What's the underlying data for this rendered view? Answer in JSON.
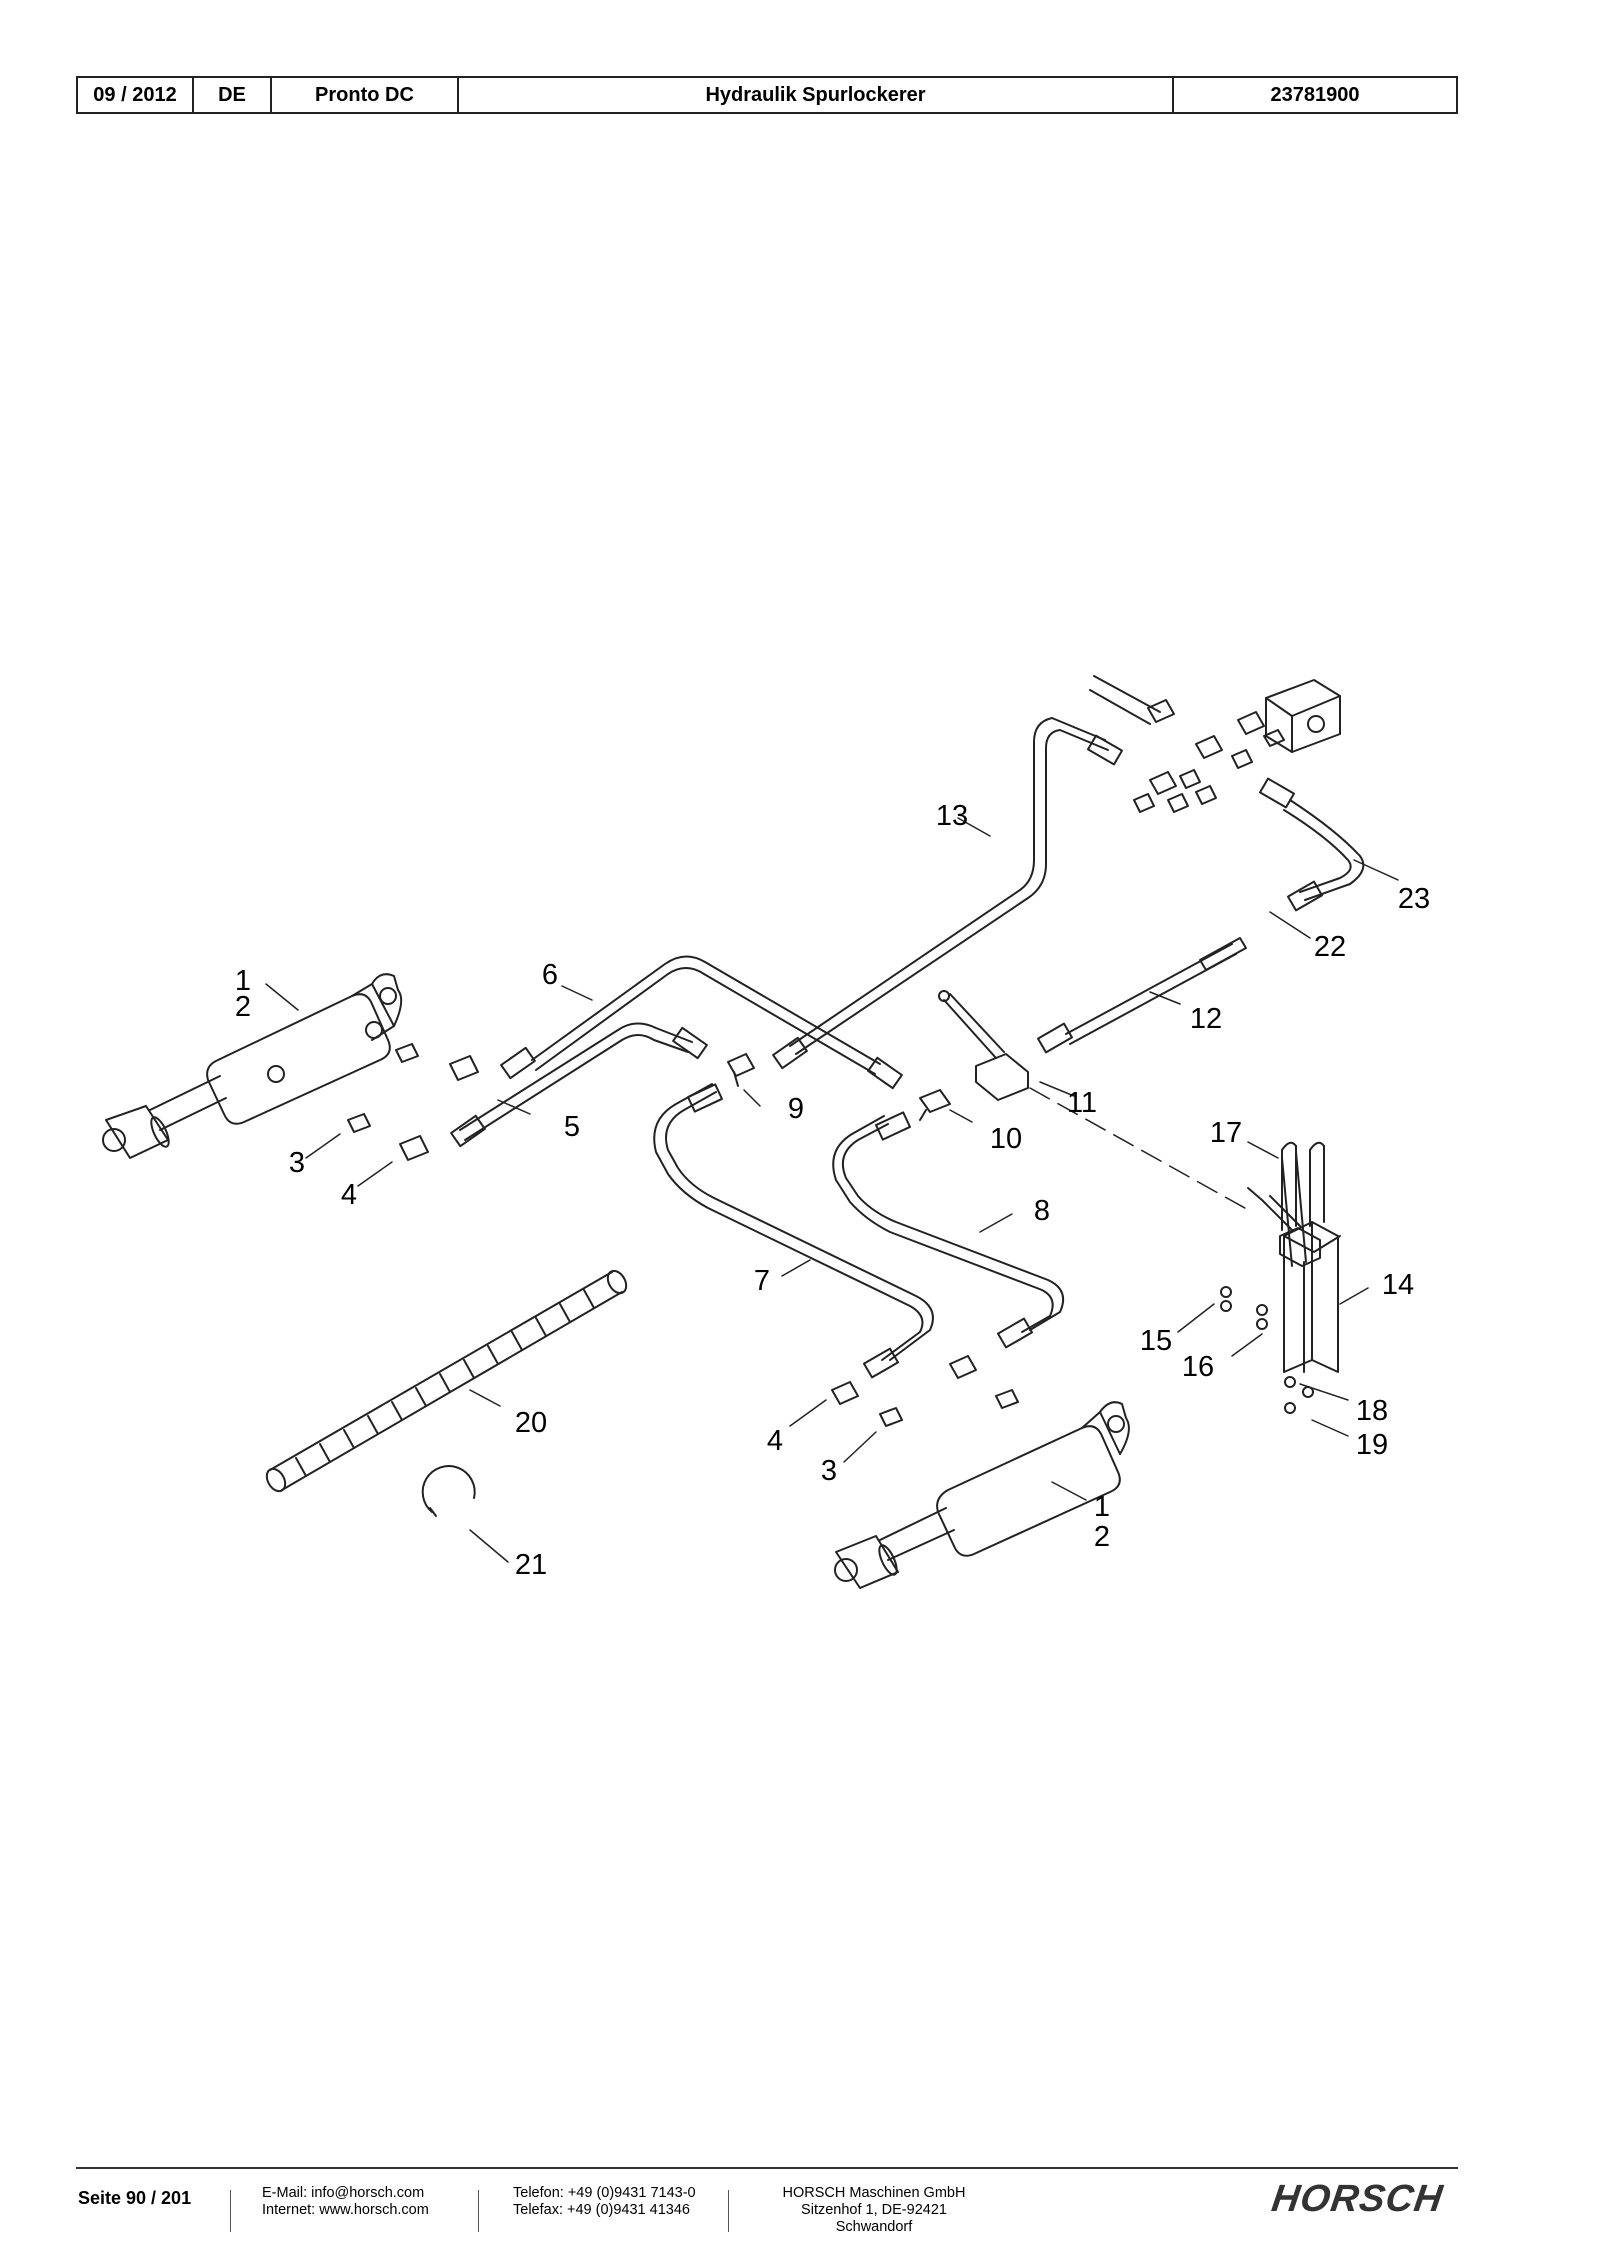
{
  "header": {
    "date": "09 / 2012",
    "lang": "DE",
    "model": "Pronto DC",
    "title": "Hydraulik Spurlockerer",
    "number": "23781900"
  },
  "callouts": [
    {
      "id": "c13",
      "t": "13"
    },
    {
      "id": "c23",
      "t": "23"
    },
    {
      "id": "c22",
      "t": "22"
    },
    {
      "id": "c12",
      "t": "12"
    },
    {
      "id": "c1a",
      "t": "1"
    },
    {
      "id": "c2a",
      "t": "2"
    },
    {
      "id": "c6",
      "t": "6"
    },
    {
      "id": "c11",
      "t": "11"
    },
    {
      "id": "c9",
      "t": "9"
    },
    {
      "id": "c5",
      "t": "5"
    },
    {
      "id": "c10",
      "t": "10"
    },
    {
      "id": "c17",
      "t": "17"
    },
    {
      "id": "c3a",
      "t": "3"
    },
    {
      "id": "c4a",
      "t": "4"
    },
    {
      "id": "c8",
      "t": "8"
    },
    {
      "id": "c7",
      "t": "7"
    },
    {
      "id": "c14",
      "t": "14"
    },
    {
      "id": "c15",
      "t": "15"
    },
    {
      "id": "c16",
      "t": "16"
    },
    {
      "id": "c20",
      "t": "20"
    },
    {
      "id": "c18",
      "t": "18"
    },
    {
      "id": "c4b",
      "t": "4"
    },
    {
      "id": "c19",
      "t": "19"
    },
    {
      "id": "c3b",
      "t": "3"
    },
    {
      "id": "c1b",
      "t": "1"
    },
    {
      "id": "c2b",
      "t": "2"
    },
    {
      "id": "c21",
      "t": "21"
    }
  ],
  "footer": {
    "page": "Seite 90 / 201",
    "email": "E-Mail: info@horsch.com",
    "internet": "Internet: www.horsch.com",
    "phone": "Telefon: +49 (0)9431 7143-0",
    "fax": "Telefax: +49 (0)9431 41346",
    "company": "HORSCH Maschinen GmbH",
    "address": "Sitzenhof 1, DE-92421 Schwandorf",
    "logo": "HORSCH"
  }
}
